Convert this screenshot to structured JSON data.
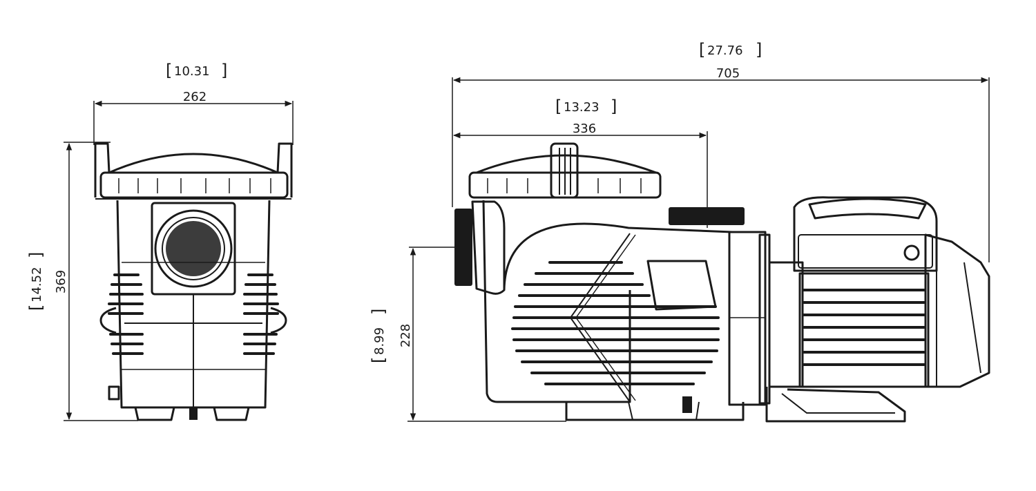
{
  "front_view": {
    "width_mm": "262",
    "width_in": "10.31",
    "height_mm": "369",
    "height_in": "14.52"
  },
  "side_view": {
    "overall_length_mm": "705",
    "overall_length_in": "27.76",
    "basket_length_mm": "336",
    "basket_length_in": "13.23",
    "inlet_height_mm": "228",
    "inlet_height_in": "8.99"
  },
  "colors": {
    "line": "#1a1a1a",
    "background": "#ffffff"
  }
}
